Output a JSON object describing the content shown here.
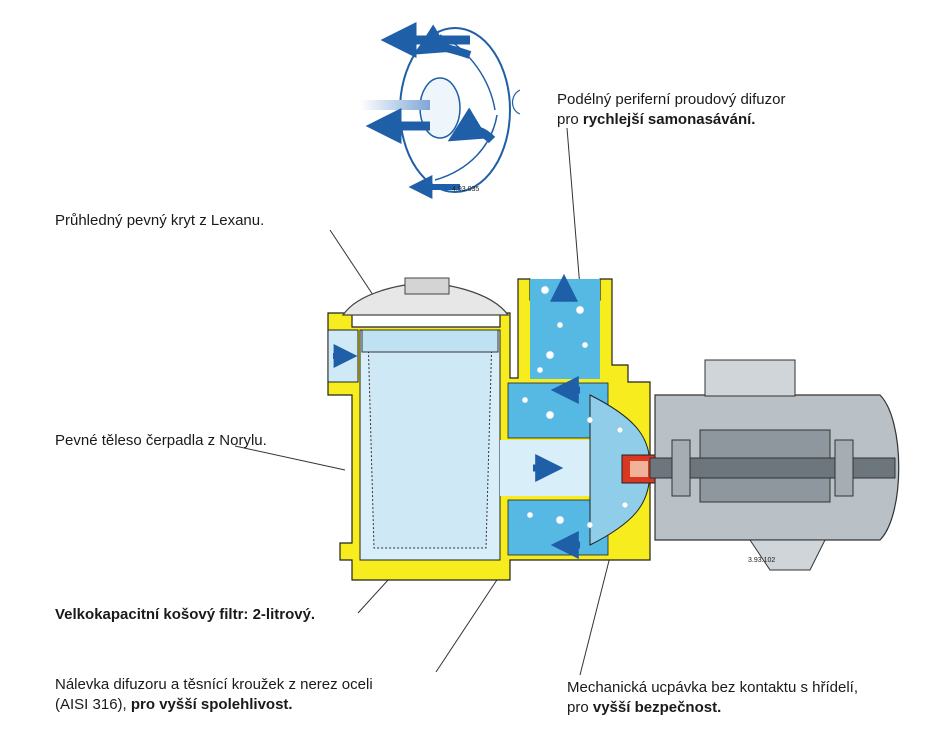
{
  "labels": {
    "diffuser": {
      "line1": "Podélný periferní proudový difuzor",
      "line2_plain": "pro ",
      "line2_bold": "rychlejší samonasávání."
    },
    "cover": {
      "text": "Průhledný pevný kryt z Lexanu."
    },
    "body": {
      "text": "Pevné těleso čerpadla z Norylu."
    },
    "filter": {
      "text": "Velkokapacitní košový filtr: 2-litrový."
    },
    "funnel": {
      "line1": "Nálevka difuzoru a těsnící kroužek z nerez oceli",
      "line2_plain": "(AISI 316), ",
      "line2_bold": "pro vyšší spolehlivost."
    },
    "seal": {
      "line1": "Mechanická ucpávka bez kontaktu s hřídelí,",
      "line2_plain": "pro ",
      "line2_bold": "vyšší bezpečnost."
    }
  },
  "drawing_codes": {
    "impeller": "4.93.035",
    "pump": "3.93.102"
  },
  "colors": {
    "housing": "#f7ec1e",
    "water": "#a9dcef",
    "water_dark": "#56b9e3",
    "arrow": "#1f5fa8",
    "motor": "#b9c0c6",
    "motor_dark": "#8e979e",
    "seal": "#d9371f"
  }
}
